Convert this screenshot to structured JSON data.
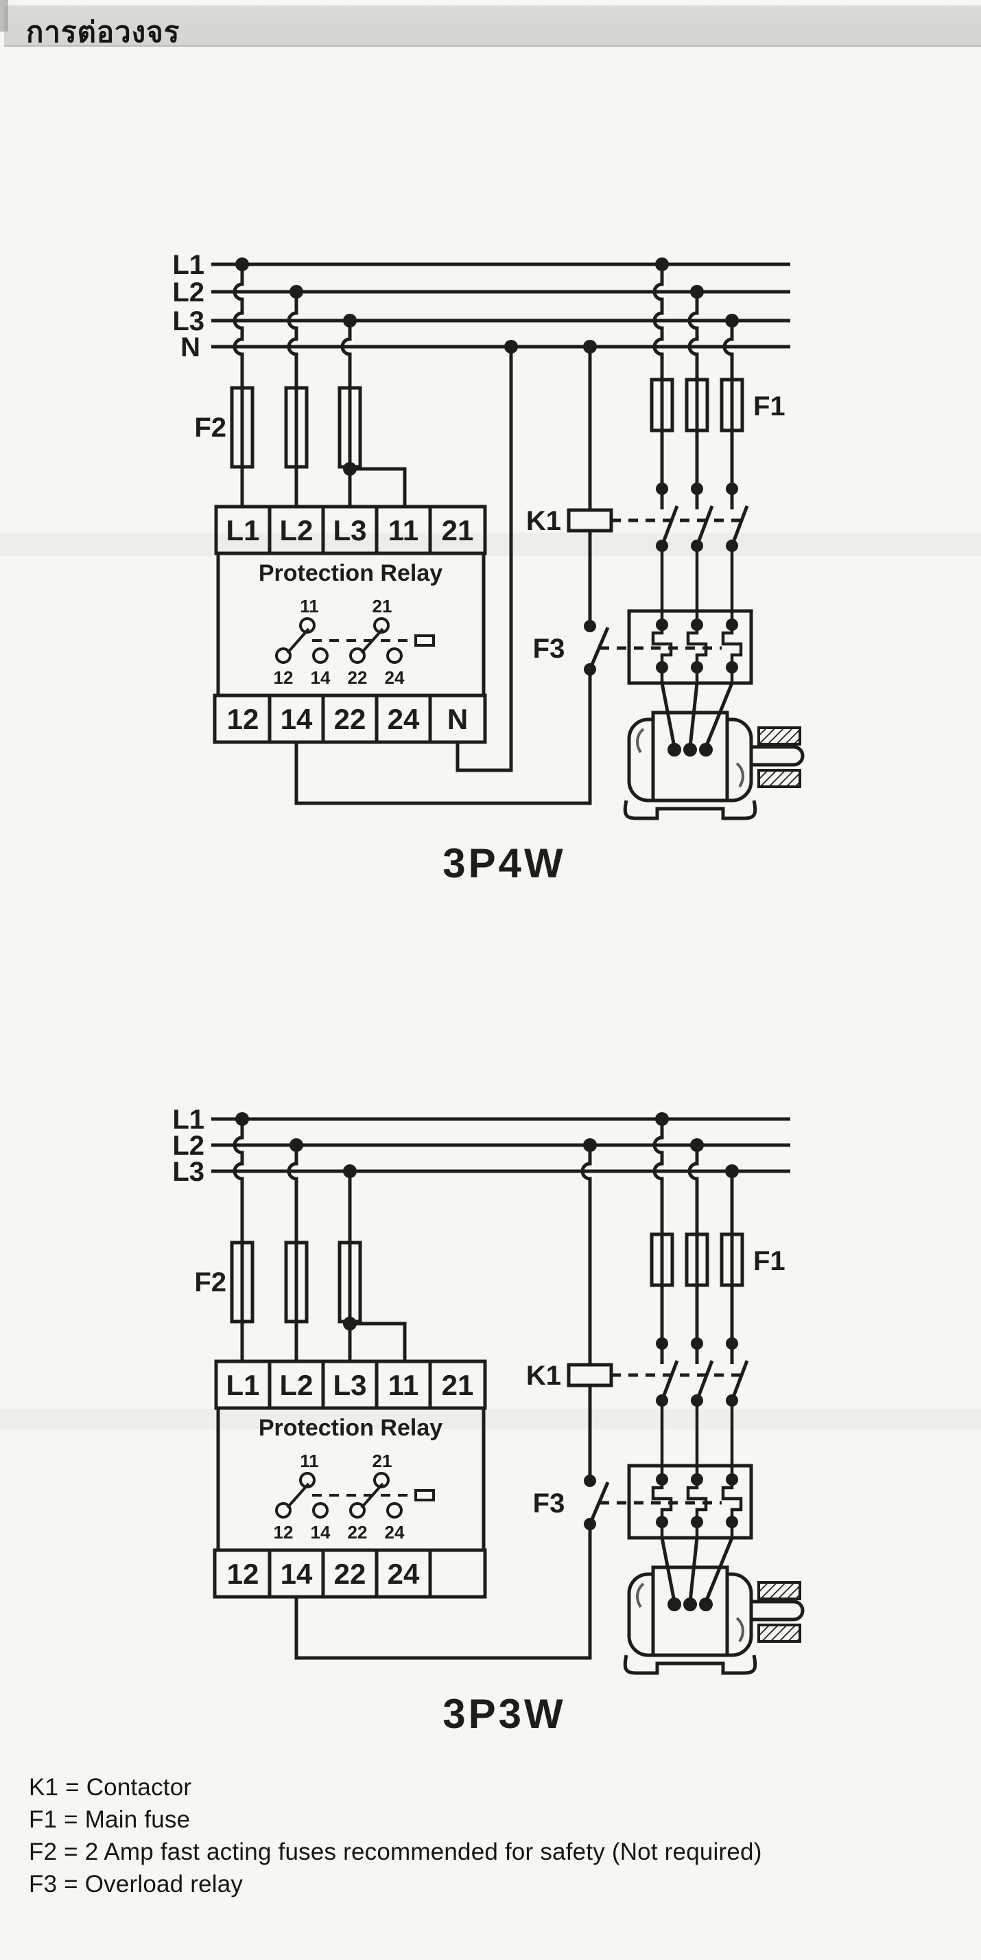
{
  "header": {
    "title": "การต่อวงจร"
  },
  "colors": {
    "ink": "#1d1d1b",
    "paper": "#f7f6f1",
    "band": "#d8d6d0"
  },
  "diagrams": [
    {
      "caption": "3P4W",
      "bus_labels": [
        "L1",
        "L2",
        "L3",
        "N"
      ],
      "labels": {
        "f2": "F2",
        "f1": "F1",
        "k1": "K1",
        "f3": "F3"
      },
      "relay": {
        "title": "Protection Relay",
        "top_terminals": [
          "L1",
          "L2",
          "L3",
          "11",
          "21"
        ],
        "bottom_terminals": [
          "12",
          "14",
          "22",
          "24",
          "N"
        ],
        "contact_top": [
          "11",
          "21"
        ],
        "contact_bottom": [
          "12",
          "14",
          "22",
          "24"
        ]
      }
    },
    {
      "caption": "3P3W",
      "bus_labels": [
        "L1",
        "L2",
        "L3"
      ],
      "labels": {
        "f2": "F2",
        "f1": "F1",
        "k1": "K1",
        "f3": "F3"
      },
      "relay": {
        "title": "Protection Relay",
        "top_terminals": [
          "L1",
          "L2",
          "L3",
          "11",
          "21"
        ],
        "bottom_terminals": [
          "12",
          "14",
          "22",
          "24",
          ""
        ],
        "contact_top": [
          "11",
          "21"
        ],
        "contact_bottom": [
          "12",
          "14",
          "22",
          "24"
        ]
      }
    }
  ],
  "legend": {
    "lines": [
      "K1 = Contactor",
      "F1 = Main fuse",
      "F2 = 2 Amp fast acting fuses recommended for safety (Not required)",
      "F3 = Overload relay"
    ]
  }
}
